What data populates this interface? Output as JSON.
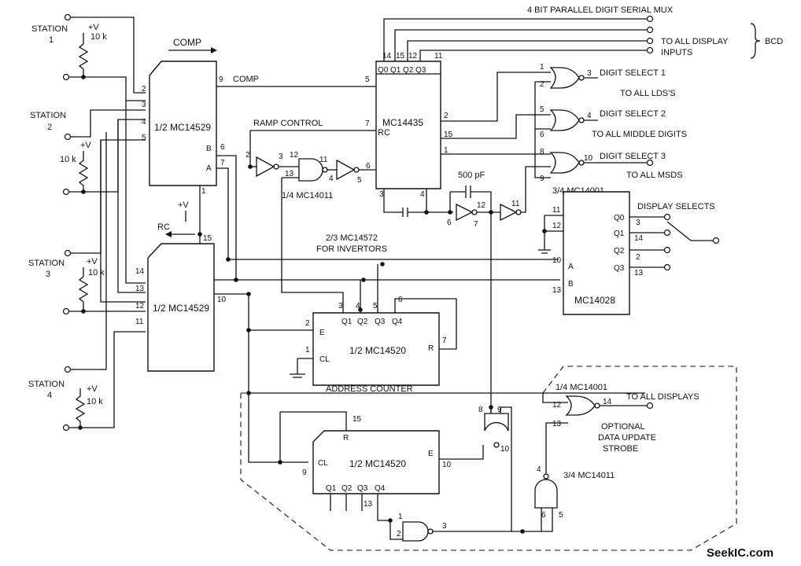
{
  "stations": [
    "STATION\n1",
    "STATION\n2",
    "STATION\n3",
    "STATION\n4"
  ],
  "supply": "+V",
  "resistor": "10 k",
  "chips": {
    "u1": "1/2 MC14529",
    "u2": "1/2 MC14529",
    "mux": "MC14435",
    "counter": "1/2 MC14520",
    "counter2": "1/2 MC14520",
    "decoder": "MC14028",
    "nand_a": "1/4 MC14011",
    "inverters": "2/3 MC14572",
    "inverters2": "FOR INVERTORS",
    "nor_group": "3/4 MC14001",
    "nor_single": "1/4 MC14001",
    "nand_group": "3/4 MC14011"
  },
  "signals": {
    "comp": "COMP",
    "comp_pin": "COMP",
    "ramp": "RAMP CONTROL",
    "rc_arrow": "RC",
    "rc_pin": "RC",
    "cap": "500 pF",
    "address": "ADDRESS COUNTER"
  },
  "outputs": {
    "bcd_title": "4 BIT PARALLEL DIGIT SERIAL MUX",
    "bcd_line1": "TO ALL DISPLAY",
    "bcd_line2": "INPUTS",
    "bcd": "BCD",
    "ds1": "DIGIT SELECT 1",
    "ds1b": "TO ALL LDS'S",
    "ds2": "DIGIT SELECT 2",
    "ds2b": "TO ALL MIDDLE DIGITS",
    "ds3": "DIGIT SELECT 3",
    "ds3b": "TO ALL MSDS",
    "disp_sel": "DISPLAY SELECTS",
    "to_disp": "TO ALL DISPLAYS",
    "opt1": "OPTIONAL",
    "opt2": "DATA UPDATE",
    "opt3": "STROBE"
  },
  "pin_names": {
    "q0": "Q0",
    "q1": "Q1",
    "q2": "Q2",
    "q3": "Q3",
    "q4": "Q4",
    "a": "A",
    "b": "B",
    "e": "E",
    "r": "R",
    "cl": "CL"
  },
  "watermark": "SeekIC.com"
}
